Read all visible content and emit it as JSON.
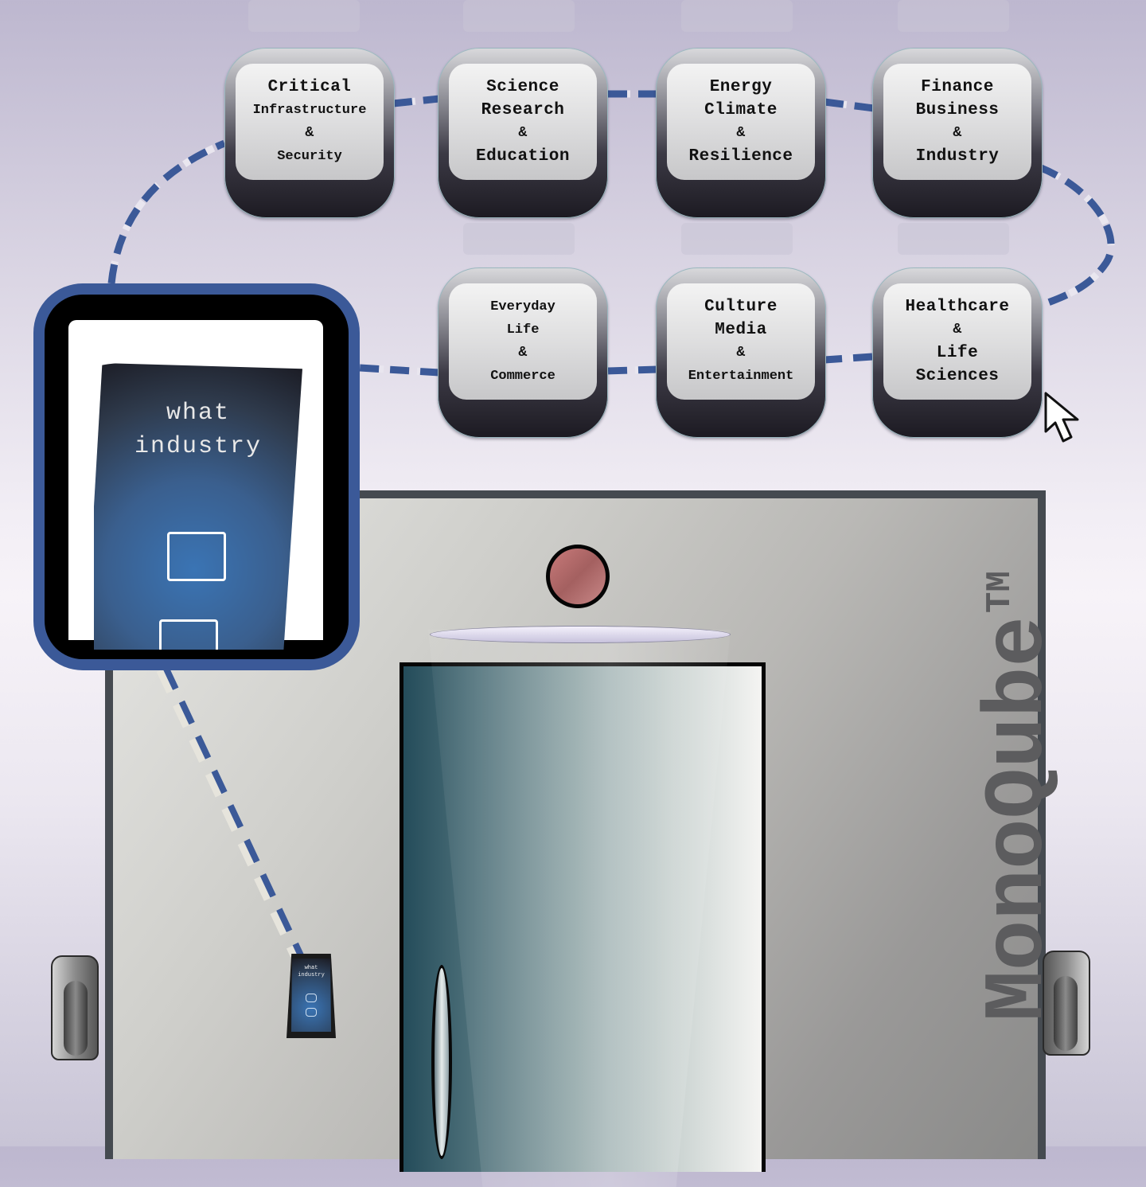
{
  "sectors": [
    {
      "id": "critical-infrastructure",
      "lines": [
        "Critical",
        "Infrastructure",
        "&",
        "Security"
      ]
    },
    {
      "id": "science-research",
      "lines": [
        "Science",
        "Research",
        "&",
        "Education"
      ]
    },
    {
      "id": "energy-climate",
      "lines": [
        "Energy",
        "Climate",
        "&",
        "Resilience"
      ]
    },
    {
      "id": "finance-business",
      "lines": [
        "Finance",
        "Business",
        "&",
        "Industry"
      ]
    },
    {
      "id": "everyday-life",
      "lines": [
        "Everyday",
        "Life",
        "&",
        "Commerce"
      ]
    },
    {
      "id": "culture-media",
      "lines": [
        "Culture",
        "Media",
        "&",
        "Entertainment"
      ]
    },
    {
      "id": "healthcare-life-sciences",
      "lines": [
        "Healthcare",
        "&",
        "Life",
        "Sciences"
      ]
    }
  ],
  "callout": {
    "device_label_line1": "what",
    "device_label_line2": "industry"
  },
  "mini_device": {
    "label_line1": "what",
    "label_line2": "industry"
  },
  "machine": {
    "brand": "MonoQube",
    "trademark": "TM"
  },
  "colors": {
    "connector": "#3b5998",
    "callout_frame": "#3b5998",
    "indicator": "#b06a6a",
    "brand_text": "#5c5c5e"
  },
  "icons": {
    "cursor": "mouse-pointer-icon"
  }
}
